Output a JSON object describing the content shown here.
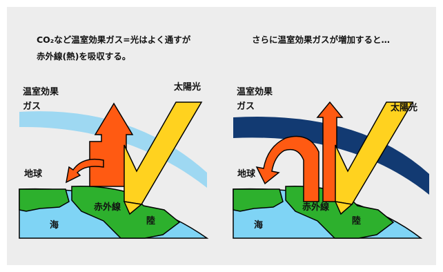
{
  "left_panel": {
    "caption_line1": "CO₂など温室効果ガス=光はよく通すが",
    "caption_line2": "赤外線(熱)を吸収する。",
    "gas_label_line1": "温室効果",
    "gas_label_line2": "ガス",
    "sun_label": "太陽光",
    "earth_label": "地球",
    "infrared_label": "赤外線",
    "sea_label": "海",
    "land_label": "陸"
  },
  "right_panel": {
    "caption": "さらに温室効果ガスが増加すると…",
    "gas_label_line1": "温室効果",
    "gas_label_line2": "ガス",
    "sun_label": "太陽光",
    "earth_label": "地球",
    "infrared_label": "赤外線",
    "sea_label": "海",
    "land_label": "陸"
  },
  "colors": {
    "background": "#ededed",
    "sea": "#7fd4f5",
    "land": "#2db02d",
    "sunlight": "#ffd21f",
    "infrared": "#ff5a12",
    "gas_light": "#9ed8f2",
    "gas_dark": "#123a72",
    "outline": "#000000"
  }
}
